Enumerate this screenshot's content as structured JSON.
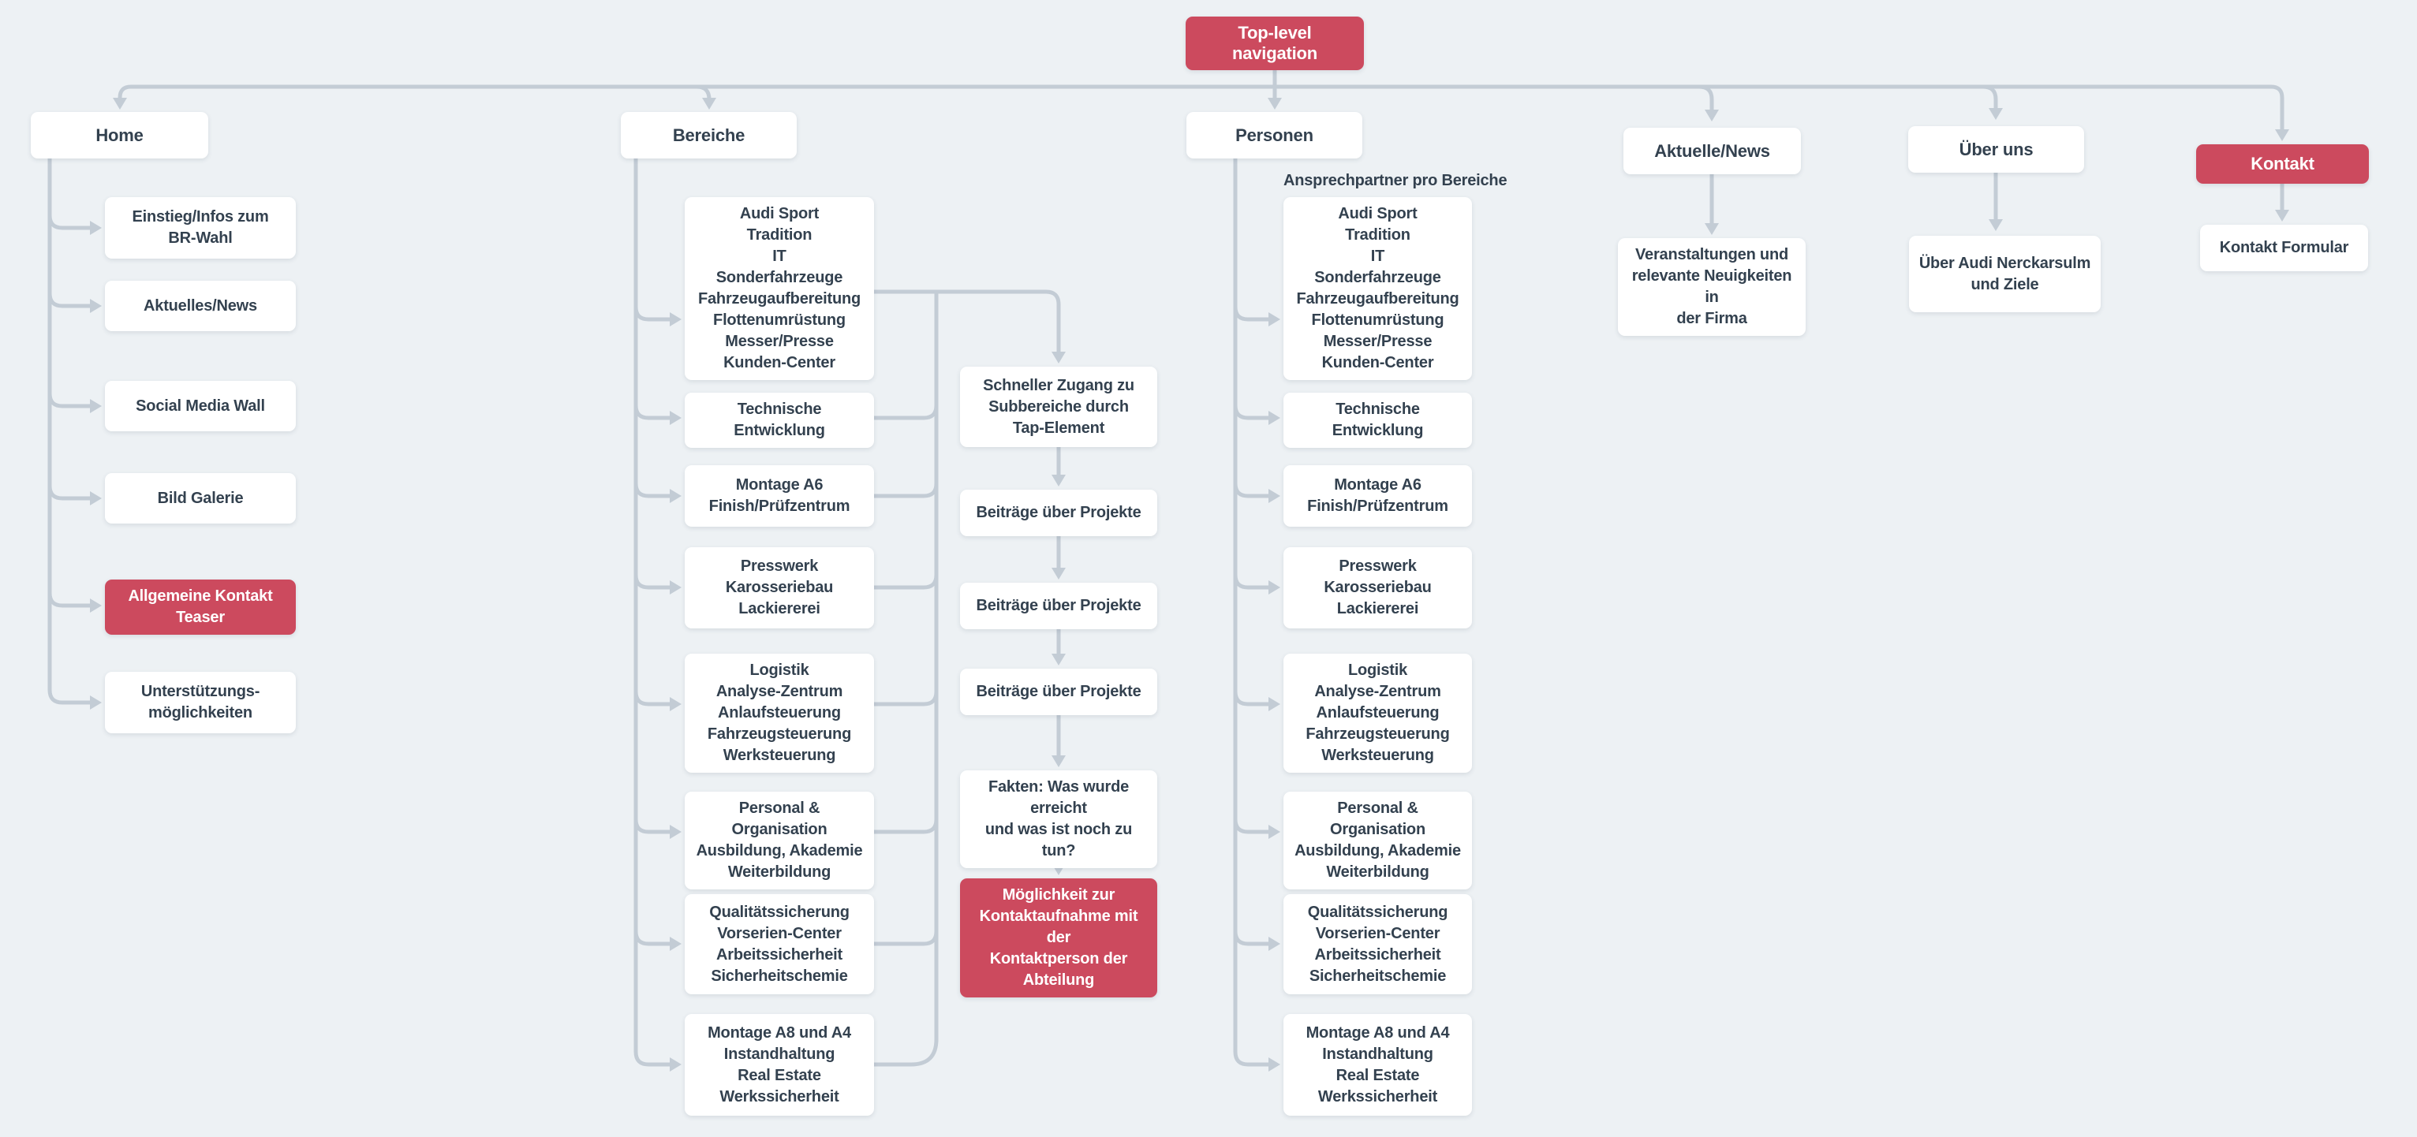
{
  "title": {
    "label": "Top-level navigation"
  },
  "colors": {
    "accent": "#cc4a5e",
    "text": "#33414f",
    "line": "#c3ccd5",
    "background": "#edf1f4",
    "node_background": "#ffffff"
  },
  "columns": {
    "home": {
      "header": "Home",
      "items": [
        {
          "label": "Einstieg/Infos zum\nBR-Wahl"
        },
        {
          "label": "Aktuelles/News"
        },
        {
          "label": "Social Media Wall"
        },
        {
          "label": "Bild Galerie"
        },
        {
          "label": "Allgemeine Kontakt Teaser",
          "accent": true
        },
        {
          "label": "Unterstützungs-\nmöglichkeiten"
        }
      ]
    },
    "bereiche": {
      "header": "Bereiche",
      "items": [
        {
          "label": "Audi Sport\nTradition\nIT\nSonderfahrzeuge\nFahrzeugaufbereitung\nFlottenumrüstung\nMesser/Presse\nKunden-Center"
        },
        {
          "label": "Technische Entwicklung"
        },
        {
          "label": "Montage A6\nFinish/Prüfzentrum"
        },
        {
          "label": "Presswerk\nKarosseriebau\nLackiererei"
        },
        {
          "label": "Logistik\nAnalyse-Zentrum\nAnlaufsteuerung\nFahrzeugsteuerung\nWerksteuerung"
        },
        {
          "label": "Personal & Organisation\nAusbildung, Akademie\nWeiterbildung"
        },
        {
          "label": "Qualitätssicherung\nVorserien-Center\nArbeitssicherheit\nSicherheitschemie"
        },
        {
          "label": "Montage A8 und A4\nInstandhaltung\nReal Estate\nWerkssicherheit"
        }
      ]
    },
    "detail_flow": {
      "items": [
        {
          "label": "Schneller Zugang zu\nSubbereiche durch\nTap-Element"
        },
        {
          "label": "Beiträge über Projekte"
        },
        {
          "label": "Beiträge über Projekte"
        },
        {
          "label": "Beiträge über Projekte"
        },
        {
          "label": "Fakten: Was wurde erreicht\nund was ist noch zu tun?"
        },
        {
          "label": "Möglichkeit zur\nKontaktaufnahme mit der\nKontaktperson der\nAbteilung",
          "accent": true
        }
      ]
    },
    "personen": {
      "header": "Personen",
      "annotation": "Ansprechpartner pro Bereiche",
      "items": [
        {
          "label": "Audi Sport\nTradition\nIT\nSonderfahrzeuge\nFahrzeugaufbereitung\nFlottenumrüstung\nMesser/Presse\nKunden-Center"
        },
        {
          "label": "Technische Entwicklung"
        },
        {
          "label": "Montage A6\nFinish/Prüfzentrum"
        },
        {
          "label": "Presswerk\nKarosseriebau\nLackiererei"
        },
        {
          "label": "Logistik\nAnalyse-Zentrum\nAnlaufsteuerung\nFahrzeugsteuerung\nWerksteuerung"
        },
        {
          "label": "Personal & Organisation\nAusbildung, Akademie\nWeiterbildung"
        },
        {
          "label": "Qualitätssicherung\nVorserien-Center\nArbeitssicherheit\nSicherheitschemie"
        },
        {
          "label": "Montage A8 und A4\nInstandhaltung\nReal Estate\nWerkssicherheit"
        }
      ]
    },
    "aktuelle_news": {
      "header": "Aktuelle/News",
      "items": [
        {
          "label": "Veranstaltungen und\nrelevante Neuigkeiten in\nder Firma"
        }
      ]
    },
    "ueber_uns": {
      "header": "Über uns",
      "items": [
        {
          "label": "Über Audi Nerckarsulm\nund Ziele"
        }
      ]
    },
    "kontakt": {
      "header": "Kontakt",
      "accent": true,
      "items": [
        {
          "label": "Kontakt Formular"
        }
      ]
    }
  }
}
